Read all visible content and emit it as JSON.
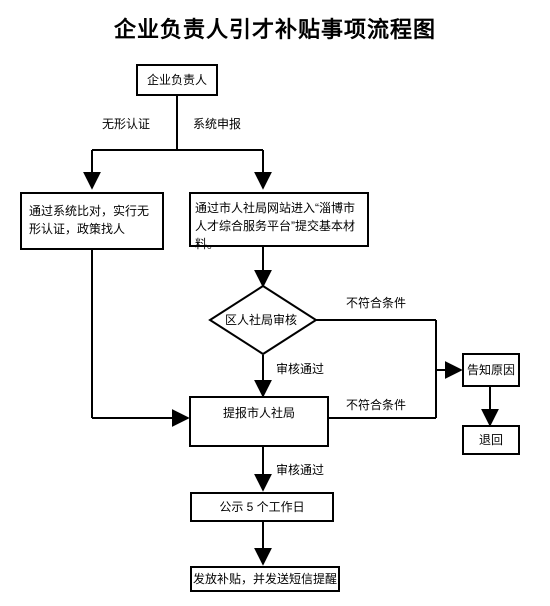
{
  "title": "企业负责人引才补贴事项流程图",
  "nodes": {
    "start": "企业负责人",
    "no_form": "通过系统比对，实行无形认证，政策找人",
    "online": "通过市人社局网站进入“淄博市人才综合服务平台”提交基本材料。",
    "review": "区人社局审核",
    "city": "提报市人社局",
    "notice": "公示 5 个工作日",
    "grant": "发放补贴，并发送短信提醒",
    "inform": "告知原因",
    "return": "退回"
  },
  "edges": {
    "no_form_label": "无形认证",
    "apply_label": "系统申报",
    "reject_label_1": "不符合条件",
    "pass_label_1": "审核通过",
    "reject_label_2": "不符合条件",
    "pass_label_2": "审核通过"
  }
}
